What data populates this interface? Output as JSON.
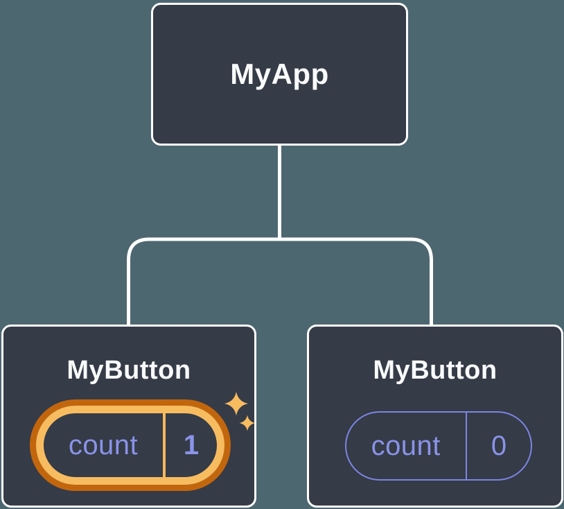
{
  "tree": {
    "root": {
      "label": "MyApp"
    },
    "children": [
      {
        "label": "MyButton",
        "state": {
          "name": "count",
          "value": "1",
          "highlighted": true
        }
      },
      {
        "label": "MyButton",
        "state": {
          "name": "count",
          "value": "0",
          "highlighted": false
        }
      }
    ]
  },
  "icons": {
    "sparkle_large": "sparkle-icon",
    "sparkle_small": "sparkle-icon"
  },
  "colors": {
    "background": "#4d6771",
    "node_fill": "#353b47",
    "node_border": "#ffffff",
    "connector_line": "#ffffff",
    "node_text": "#f9fafb",
    "state_text": "#8a93e8",
    "state_pill_border": "#7c85e2",
    "highlight_gold": "#f8bc60",
    "highlight_orange": "#c2660e"
  }
}
